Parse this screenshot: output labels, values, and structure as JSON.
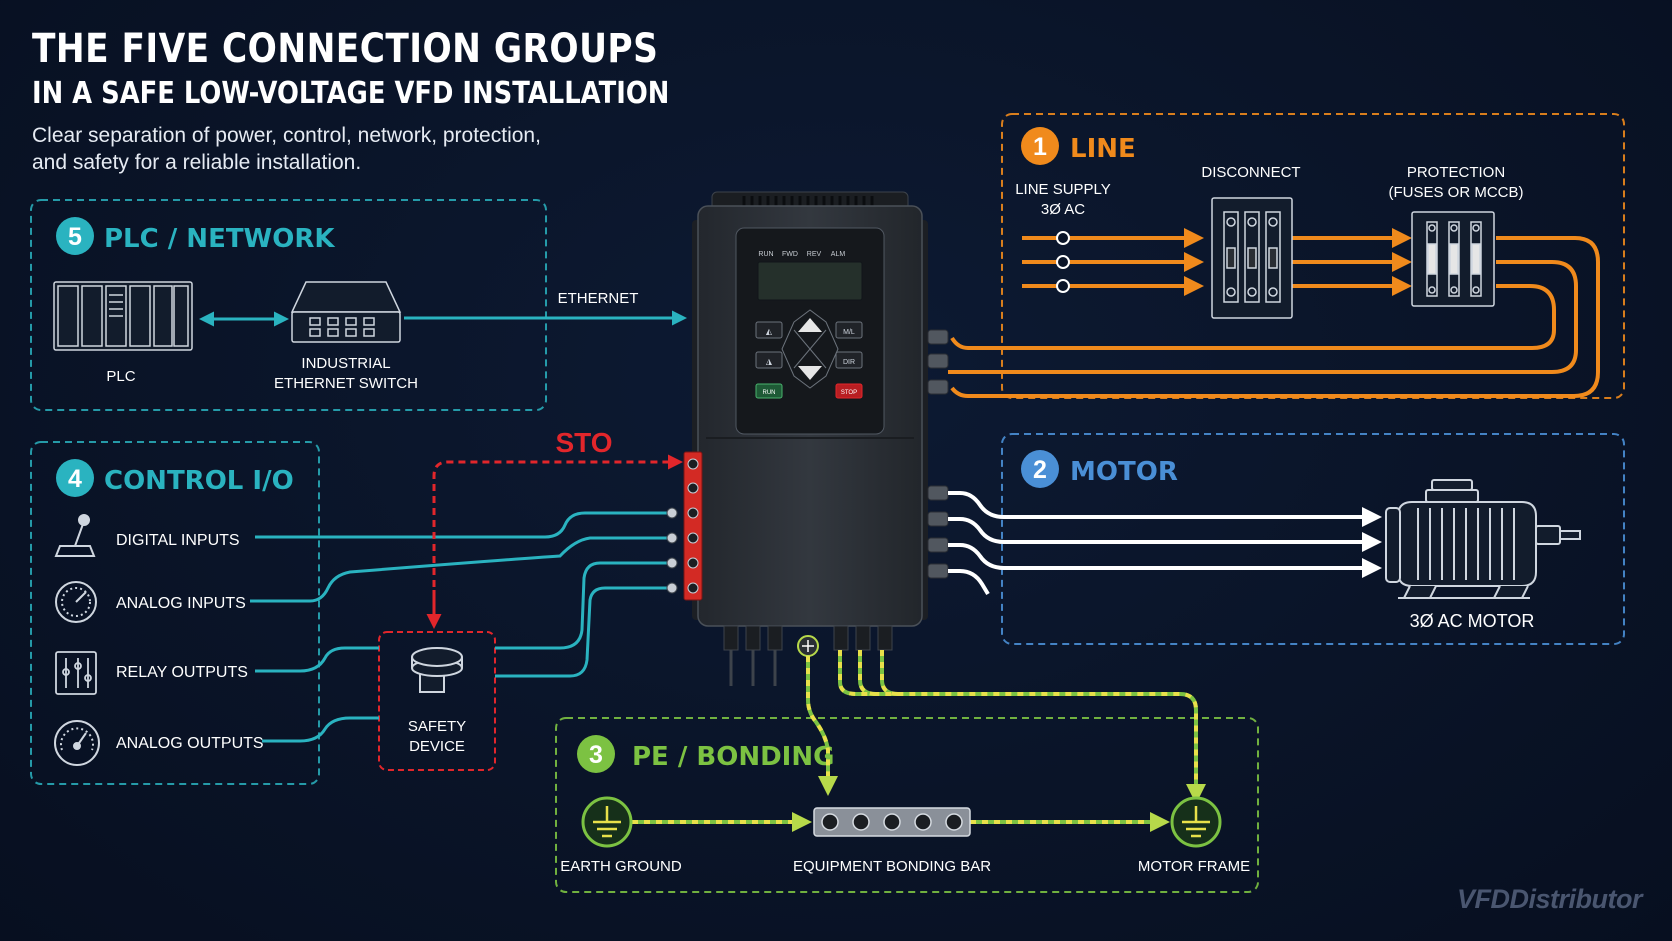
{
  "title": "THE FIVE CONNECTION GROUPS",
  "subtitle": "IN A SAFE LOW-VOLTAGE VFD INSTALLATION",
  "description": "Clear separation of power, control, network, protection, and safety for a reliable installation.",
  "brand": "VFDDistributor",
  "colors": {
    "line": "#f08a1c",
    "motor": "#4a8fd6",
    "pe": "#7cc242",
    "plc": "#2ab3c0",
    "control": "#2ab3c0",
    "sto": "#e2262b",
    "background": "#0a1428"
  },
  "groups": {
    "line": {
      "number": "1",
      "title": "LINE",
      "supply_line1": "LINE SUPPLY",
      "supply_line2": "3Ø AC",
      "disconnect": "DISCONNECT",
      "protection_line1": "PROTECTION",
      "protection_line2": "(FUSES OR MCCB)"
    },
    "motor": {
      "number": "2",
      "title": "MOTOR",
      "motor_label": "3Ø AC MOTOR"
    },
    "pe": {
      "number": "3",
      "title": "PE / BONDING",
      "earth_ground": "EARTH GROUND",
      "bonding_bar": "EQUIPMENT BONDING BAR",
      "motor_frame": "MOTOR FRAME"
    },
    "control": {
      "number": "4",
      "title": "CONTROL I/O",
      "items": [
        {
          "label": "DIGITAL INPUTS",
          "icon": "joystick-icon"
        },
        {
          "label": "ANALOG INPUTS",
          "icon": "dial-icon"
        },
        {
          "label": "RELAY OUTPUTS",
          "icon": "relay-icon"
        },
        {
          "label": "ANALOG OUTPUTS",
          "icon": "gauge-icon"
        }
      ],
      "safety_device_line1": "SAFETY",
      "safety_device_line2": "DEVICE",
      "sto": "STO"
    },
    "plc": {
      "number": "5",
      "title": "PLC / NETWORK",
      "plc_label": "PLC",
      "switch_line1": "INDUSTRIAL",
      "switch_line2": "ETHERNET SWITCH",
      "ethernet": "ETHERNET"
    }
  },
  "vfd": {
    "status_labels": [
      "RUN",
      "FWD",
      "REV",
      "ALM"
    ],
    "key_labels": [
      "◭",
      "M/L",
      "◮",
      "DIR",
      "RUN",
      "STOP"
    ]
  }
}
